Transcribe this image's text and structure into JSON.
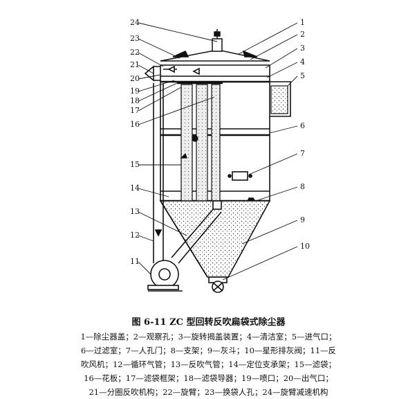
{
  "caption": "图 6-11   ZC 型回转反吹扁袋式除尘器",
  "legend_lines": [
    "1—除尘器盖；2—观察孔；3—旋转揭盖装置；4—清洁室；5—进气口；",
    "6—过滤室；7—人孔门；8—支架；9—灰斗；10—星形排灰阀；11—反",
    "吹风机；12—循环气管；13—反吹气管；14—定位支承架；15—滤袋；",
    "16—花板；17—滤袋框架；18—滤袋导器；19—喷口；20—出气口；",
    "21—分圈反吹机构；22—旋臂；23—换袋人孔；24—旋臂减速机构"
  ],
  "labels": {
    "l1": "1",
    "l2": "2",
    "l3": "3",
    "l4": "4",
    "l5": "5",
    "l6": "6",
    "l7": "7",
    "l8": "8",
    "l9": "9",
    "l10": "10",
    "l11": "11",
    "l12": "12",
    "l13": "13",
    "l14": "14",
    "l15": "15",
    "l16": "16",
    "l17": "17",
    "l18": "18",
    "l19": "19",
    "l20": "20",
    "l21": "21",
    "l22": "22",
    "l23": "23",
    "l24": "24"
  }
}
